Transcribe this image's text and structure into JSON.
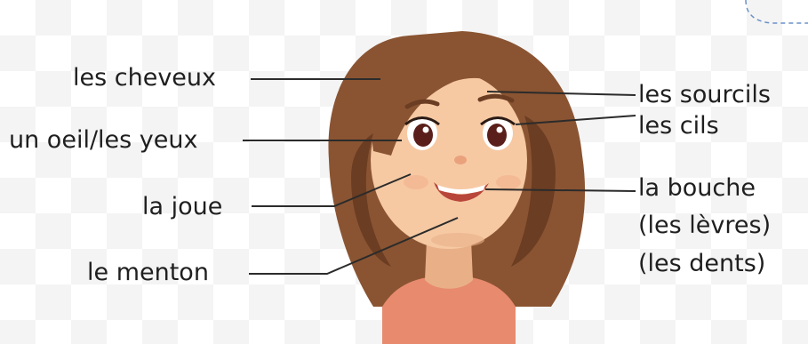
{
  "labels": {
    "hair": "les cheveux",
    "eye": "un oeil/les yeux",
    "cheek": "la joue",
    "chin": "le menton",
    "eyebrows": "les sourcils",
    "eyelashes": "les cils",
    "mouth": "la bouche",
    "lips": "(les lèvres)",
    "teeth": "(les dents)"
  },
  "colors": {
    "hair": "#8a5432",
    "hair_dark": "#6b3d22",
    "skin": "#f6c9a3",
    "skin_shadow": "#e9b088",
    "shirt": "#e88a6e",
    "iris": "#5a1f1a",
    "leader_line": "#2b2b2b",
    "corner_border": "#6a90c8"
  }
}
